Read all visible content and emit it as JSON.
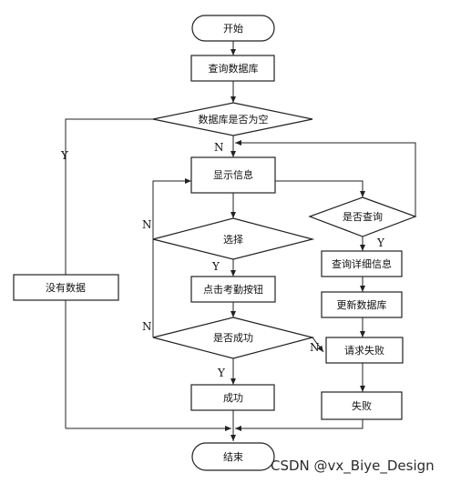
{
  "nodes": {
    "start": "开始",
    "query_db": "查询数据库",
    "db_empty": "数据库是否为空",
    "show_info": "显示信息",
    "select": "选择",
    "click_attendance": "点击考勤按钮",
    "is_success": "是否成功",
    "success": "成功",
    "no_data": "没有数据",
    "is_query": "是否查询",
    "query_detail": "查询详细信息",
    "update_db": "更新数据库",
    "request_fail": "请求失败",
    "fail": "失败",
    "end": "结束"
  },
  "labels": {
    "db_empty_yes": "Y",
    "db_empty_no": "N",
    "select_yes": "Y",
    "select_no": "N",
    "success_yes": "Y",
    "success_no": "N",
    "query_yes": "Y",
    "query_no": "N"
  },
  "watermark": "CSDN @vx_Biye_Design"
}
